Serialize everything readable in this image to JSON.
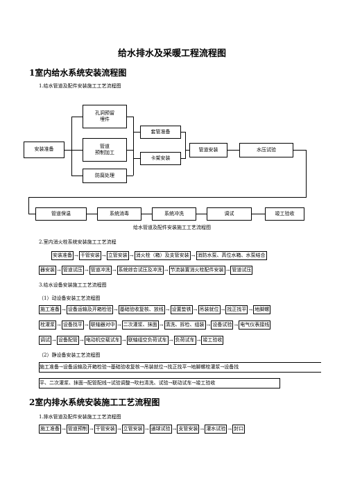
{
  "doc_title": "给水排水及采暖工程流程图",
  "section1": {
    "heading": "1室内给水系统安装流程图",
    "sub1": "1.给水管道及配件安装施工工艺流程图",
    "flow": {
      "install_prep": "安装准备",
      "holes_line1": "孔洞预留",
      "holes_line2": "埋件",
      "pipe_line1": "管道",
      "pipe_line2": "预制加工",
      "anticorrosion": "防腐处理",
      "sleeve_prep": "套管准备",
      "bracket": "卡架安装",
      "pipe_install": "管道安装",
      "pressure_test": "水压试验",
      "insulation": "管道保温",
      "disinfection": "系统消毒",
      "flushing": "系统冲洗",
      "debug": "调试",
      "acceptance": "竣工验收",
      "caption": "给水管道及配件安装施工工艺流程图"
    },
    "sub2": "2.室内消火栓系统安装施工工艺流程",
    "fire_row1": [
      "安装准备",
      "干管安装",
      "立管安装",
      "消火栓（箱）及支管安装",
      "消防水泵、高位水箱、水泵结合"
    ],
    "fire_row2": [
      "器安装",
      "管道试压",
      "管道冲洗",
      "系统综合试压及冲洗",
      "节流装置消火栓配件安装",
      "管道试压"
    ],
    "sub3": "3.给水设备安装施工工艺流程图",
    "sub3_1": "（1）动设备安装工艺流程图",
    "dyn_row1": [
      "施工准备",
      "设备运输及开箱检验",
      "基础验收复核、放线",
      "设置垫铁",
      "吊装就位",
      "找正找平",
      "地脚螺"
    ],
    "dyn_row2": [
      "栓灌浆",
      "设备找平",
      "联轴器对中",
      "二次灌浆、抹面",
      "清洗、拆检、组装",
      "设备试验",
      "电气仪表接线"
    ],
    "dyn_row3": [
      "调试",
      "设备配管",
      "电动机空载试车",
      "联轴组空负荷试车",
      "负荷试车",
      "竣工验收"
    ],
    "sub3_2": "（2）静设备安装工艺流程图",
    "static_row1": "施工准备→设备运输及开箱检验→基础验收复核→吊装就位→找正找平→地脚螺栓灌浆→设备找",
    "static_row2": "平、二次灌浆、抹面→配管配线→试验调整→吹扫清洗、试验→联动试车→竣工验收"
  },
  "section2": {
    "heading": "2室内排水系统安装施工工艺流程图",
    "sub1": "1.排水管道及配件安装施工工艺流程图",
    "drain_row": [
      "施工准备",
      "管道预制",
      "干管安装",
      "立管安装",
      "通球试验",
      "支管安装",
      "灌水试验",
      "封口"
    ]
  },
  "arrow": "→"
}
